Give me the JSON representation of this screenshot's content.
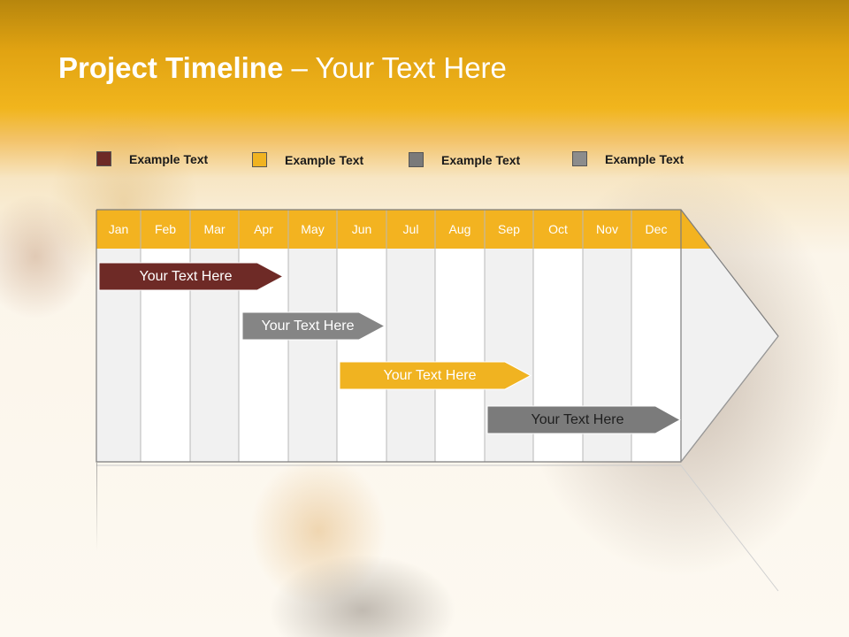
{
  "slide": {
    "title_bold": "Project Timeline",
    "title_rest": " – Your Text Here"
  },
  "legend": [
    {
      "label": "Example Text",
      "color": "#6e2a26"
    },
    {
      "label": "Example Text",
      "color": "#f0b321"
    },
    {
      "label": "Example Text",
      "color": "#7a7a7a"
    },
    {
      "label": "Example Text",
      "color": "#8c8c8c"
    }
  ],
  "timeline": {
    "months": [
      "Jan",
      "Feb",
      "Mar",
      "Apr",
      "May",
      "Jun",
      "Jul",
      "Aug",
      "Sep",
      "Oct",
      "Nov",
      "Dec"
    ],
    "header_color": "#f3b320",
    "tasks": [
      {
        "label": "Your  Text Here",
        "color": "#6e2a26",
        "text_color": "#ffffff"
      },
      {
        "label": "Your  Text Here",
        "color": "#858585",
        "text_color": "#ffffff"
      },
      {
        "label": "Your  Text Here",
        "color": "#f0b321",
        "text_color": "#ffffff"
      },
      {
        "label": "Your  Text Here",
        "color": "#7b7b7b",
        "text_color": "#1f1f1f"
      }
    ]
  }
}
